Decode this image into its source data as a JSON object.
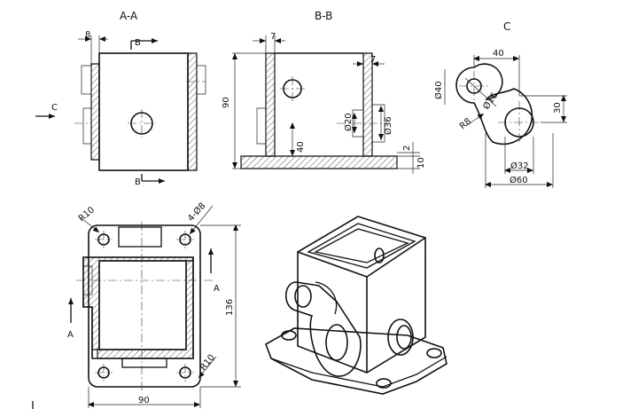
{
  "views": {
    "section_aa": {
      "title": "A-A",
      "dim_top": "8",
      "arrow_label_top": "B",
      "arrow_label_bottom": "B",
      "arrow_label_left": "C"
    },
    "section_bb": {
      "title": "B-B",
      "dim_top_left": "7",
      "dim_top_right": "7",
      "dim_height": "90",
      "dim_inner_height": "40",
      "dim_bore_small": "Ø20",
      "dim_bore_large": "Ø36",
      "dim_step": "2",
      "dim_base": "10"
    },
    "view_c": {
      "title": "C",
      "dim_center_distance": "40",
      "dim_outer_small": "Ø40",
      "dim_hole_small": "Ø16",
      "dim_fillet": "R8",
      "dim_vertical": "30",
      "dim_hole_large": "Ø32",
      "dim_outer_large": "Ø60"
    },
    "plan_view": {
      "dim_radius_top": "R10",
      "dim_holes": "4-Ø8",
      "dim_radius_bottom": "R10",
      "dim_width": "90",
      "dim_height": "136",
      "arrow_label_right": "A",
      "arrow_label_left": "A"
    }
  }
}
